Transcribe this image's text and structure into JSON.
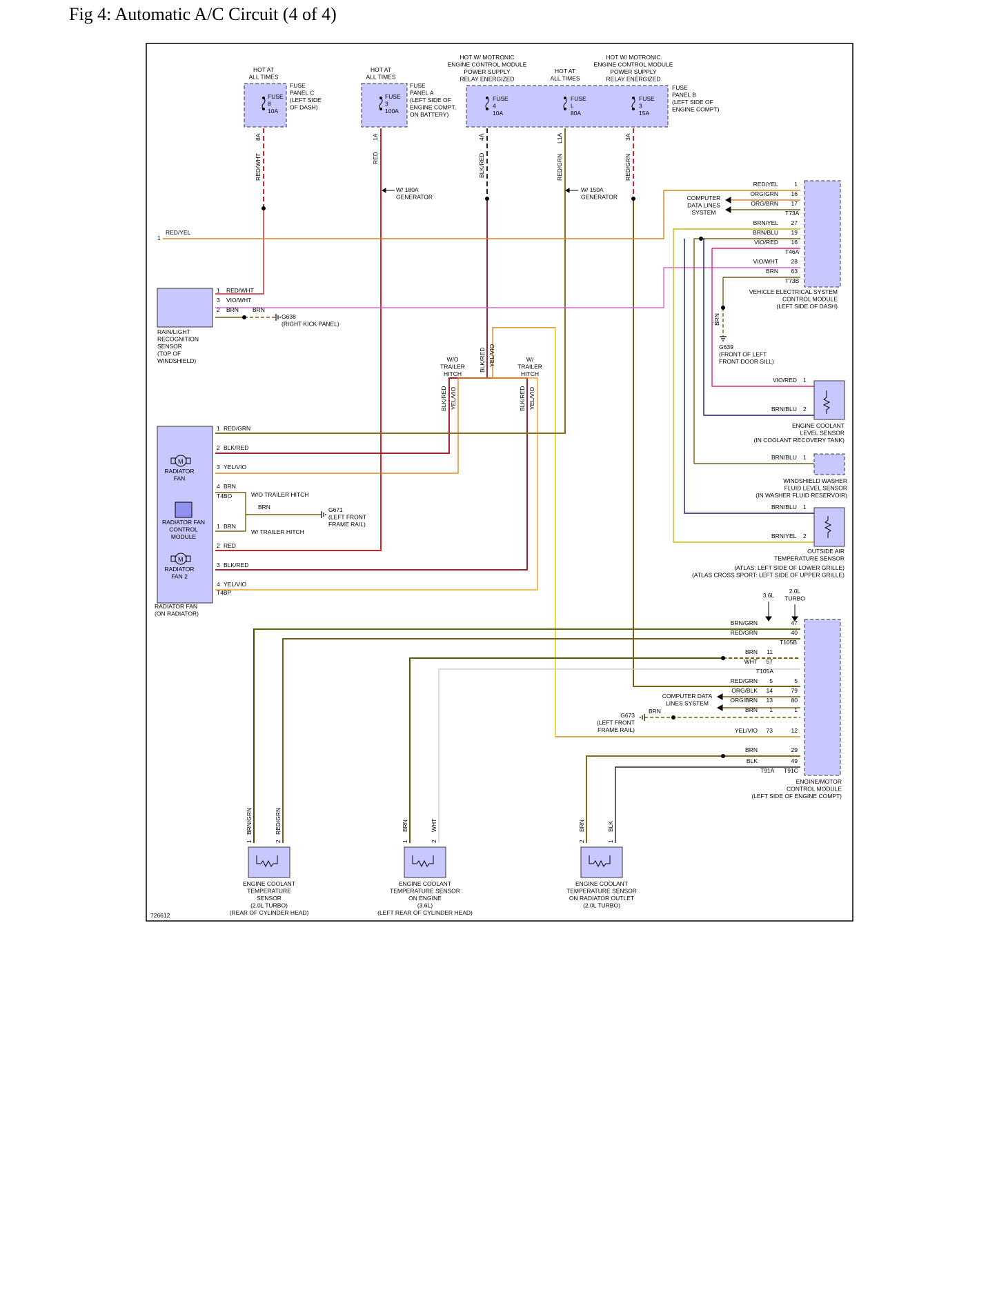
{
  "title": "Fig 4: Automatic A/C Circuit (4 of 4)",
  "figure_id": "726612",
  "colors": {
    "component_fill": "#c8c8ff",
    "red": "#d0202a",
    "orange": "#e0841c",
    "brown": "#7a5a10",
    "olive": "#8a6a14",
    "pink": "#e060e0",
    "magenta": "#e0207a",
    "navy": "#1a1a6a",
    "yellow": "#f2e020",
    "gray": "#c8c8c8",
    "black": "#222222"
  },
  "power": {
    "hot_at_all_times": "HOT AT\nALL TIMES",
    "hot_motronic": "HOT W/ MOTRONIC\nENGINE CONTROL MODULE\nPOWER SUPPLY\nRELAY ENERGIZED"
  },
  "fuses": {
    "panel_c": "FUSE\nPANEL C\n(LEFT SIDE\nOF DASH)",
    "panel_a": "FUSE\nPANEL A\n(LEFT SIDE OF\nENGINE COMPT,\nON BATTERY)",
    "panel_b": "FUSE\nPANEL B\n(LEFT SIDE OF\nENGINE COMPT)",
    "f8": "FUSE\n8\n10A",
    "f3a": "FUSE\n3\n100A",
    "f4": "FUSE\n4\n10A",
    "fl": "FUSE\nL\n80A",
    "f3b": "FUSE\n3\n15A",
    "pin_8a": "8A",
    "pin_1a": "1A",
    "pin_4a": "4A",
    "pin_l1a": "L1A",
    "pin_3a": "3A"
  },
  "wires": {
    "red_wht": "RED/WHT",
    "red": "RED",
    "blk_red": "BLK/RED",
    "red_grn": "RED/GRN",
    "red_yel": "RED/YEL",
    "yel_vio": "YEL/VIO",
    "vio_wht": "VIO/WHT",
    "brn": "BRN",
    "brn_grn": "BRN/GRN",
    "wht": "WHT",
    "blk": "BLK",
    "brn_blu": "BRN/BLU",
    "brn_yel": "BRN/YEL",
    "vio_red": "VIO/RED",
    "org_grn": "ORG/GRN",
    "org_brn": "ORG/BRN",
    "org_blk": "ORG/BLK"
  },
  "notes": {
    "w180a": "W/ 180A\nGENERATOR",
    "w150a": "W/ 150A\nGENERATOR",
    "wo_trailer": "W/O\nTRAILER\nHITCH",
    "w_trailer": "W/\nTRAILER\nHITCH",
    "wo_trailer_inline": "W/O TRAILER HITCH",
    "w_trailer_inline": "W/ TRAILER HITCH",
    "computer_data": "COMPUTER\nDATA LINES\nSYSTEM",
    "computer_data2": "COMPUTER DATA\nLINES SYSTEM",
    "l36": "3.6L",
    "turbo20": "2.0L\nTURBO"
  },
  "grounds": {
    "g638": "G638\n(RIGHT KICK PANEL)",
    "g639": "G639\n(FRONT OF LEFT\nFRONT DOOR SILL)",
    "g671": "G671\n(LEFT FRONT\nFRAME RAIL)",
    "g673": "G673\n(LEFT FRONT\nFRAME RAIL)"
  },
  "components": {
    "rain_light": "RAIN/LIGHT\nRECOGNITION\nSENSOR\n(TOP OF\nWINDSHIELD)",
    "vesc": "VEHICLE ELECTRICAL SYSTEM\nCONTROL MODULE\n(LEFT SIDE OF DASH)",
    "radiator_fan": "RADIATOR\nFAN",
    "fan_control": "RADIATOR FAN\nCONTROL\nMODULE",
    "radiator_fan2": "RADIATOR\nFAN 2",
    "radiator_fan_assy": "RADIATOR FAN\n(ON RADIATOR)",
    "coolant_level": "ENGINE COOLANT\nLEVEL SENSOR\n(IN COOLANT RECOVERY TANK)",
    "washer_level": "WINDSHIELD WASHER\nFLUID LEVEL SENSOR\n(IN WASHER FLUID RESERVOIR)",
    "outside_air": "OUTSIDE AIR\nTEMPERATURE SENSOR",
    "outside_air_loc": "(ATLAS: LEFT SIDE OF LOWER GRILLE)\n(ATLAS CROSS SPORT: LEFT SIDE OF UPPER GRILLE)",
    "ecm": "ENGINE/MOTOR\nCONTROL MODULE\n(LEFT SIDE OF ENGINE COMPT)",
    "ect1": "ENGINE COOLANT\nTEMPERATURE\nSENSOR\n(2.0L TURBO)\n(REAR OF CYLINDER HEAD)",
    "ect2": "ENGINE COOLANT\nTEMPERATURE SENSOR\nON ENGINE\n(3.6L)\n(LEFT REAR OF CYLINDER HEAD)",
    "ect3": "ENGINE COOLANT\nTEMPERATURE SENSOR\nON RADIATOR OUTLET\n(2.0L TURBO)"
  },
  "connectors": {
    "t73a": "T73A",
    "t46a": "T46A",
    "t73b": "T73B",
    "t4bo": "T4BO",
    "t4bp": "T4BP",
    "t105b": "T105B",
    "t105a": "T105A",
    "t91a": "T91A",
    "t91c": "T91C"
  },
  "vesc_pins": [
    {
      "wire": "RED/YEL",
      "pin": "1"
    },
    {
      "wire": "ORG/GRN",
      "pin": "16"
    },
    {
      "wire": "ORG/BRN",
      "pin": "17"
    },
    {
      "wire": "BRN/YEL",
      "pin": "27"
    },
    {
      "wire": "BRN/BLU",
      "pin": "19"
    },
    {
      "wire": "VIO/RED",
      "pin": "16"
    },
    {
      "wire": "VIO/WHT",
      "pin": "28"
    },
    {
      "wire": "BRN",
      "pin": "63"
    }
  ],
  "ecm_pins": [
    {
      "wire": "BRN/GRN",
      "a": "",
      "b": "47"
    },
    {
      "wire": "RED/GRN",
      "a": "",
      "b": "40"
    },
    {
      "wire": "BRN",
      "a": "11",
      "b": ""
    },
    {
      "wire": "WHT",
      "a": "57",
      "b": ""
    },
    {
      "wire": "RED/GRN",
      "a": "5",
      "b": "5"
    },
    {
      "wire": "ORG/BLK",
      "a": "14",
      "b": "79"
    },
    {
      "wire": "ORG/BRN",
      "a": "13",
      "b": "80"
    },
    {
      "wire": "BRN",
      "a": "1",
      "b": "1"
    },
    {
      "wire": "YEL/VIO",
      "a": "73",
      "b": "12"
    },
    {
      "wire": "BRN",
      "a": "",
      "b": "29"
    },
    {
      "wire": "BLK",
      "a": "",
      "b": "49"
    }
  ],
  "pin_numbers": [
    "1",
    "2",
    "3",
    "4"
  ]
}
